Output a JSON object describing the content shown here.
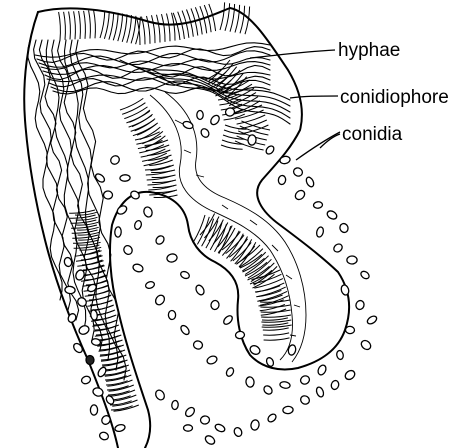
{
  "labels": {
    "hyphae": "hyphae",
    "conidiophore": "conidiophore",
    "conidia": "conidia"
  },
  "colors": {
    "ink": "#000000",
    "background": "#ffffff"
  }
}
